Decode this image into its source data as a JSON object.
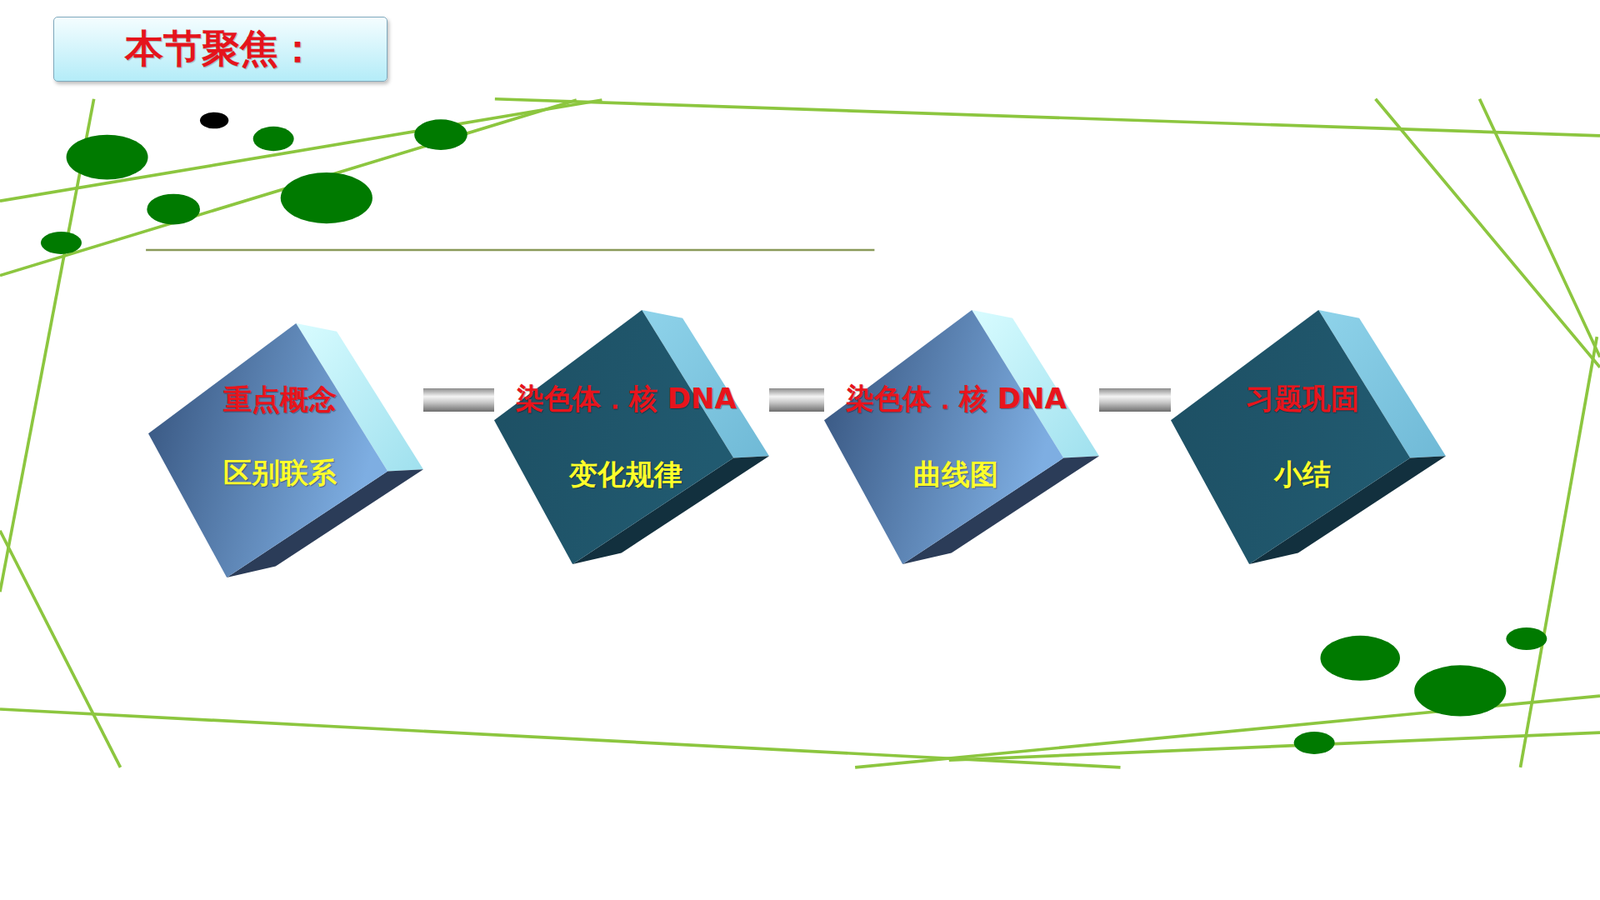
{
  "diagram": {
    "title": "本节聚焦：",
    "nodes": [
      {
        "text": [
          "重点概念",
          "区别联系"
        ]
      },
      {
        "text": [
          "染色体．核 DNA",
          "变化规律"
        ]
      },
      {
        "text": [
          "染色体．核 DNA",
          "曲线图"
        ]
      },
      {
        "text": [
          "习题巩固",
          "小结"
        ]
      }
    ],
    "edges": [
      {
        "from": 0,
        "to": 1,
        "arrow": "none"
      },
      {
        "from": 1,
        "to": 2,
        "arrow": "none"
      },
      {
        "from": 2,
        "to": 3,
        "arrow": "none"
      }
    ]
  }
}
